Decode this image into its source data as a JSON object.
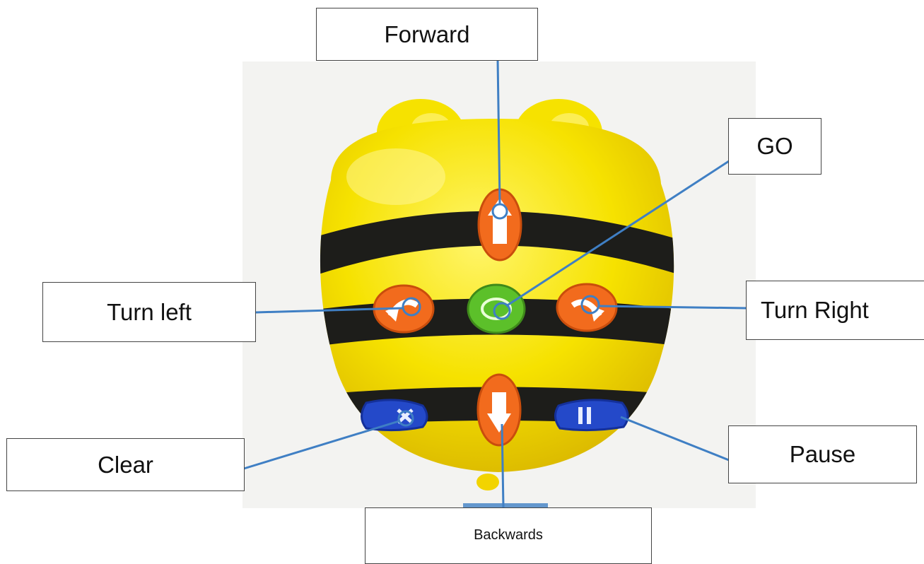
{
  "labels": {
    "forward": "Forward",
    "go": "GO",
    "turn_left": "Turn left",
    "turn_right": "Turn Right",
    "clear": "Clear",
    "pause": "Pause",
    "backwards": "Backwards"
  },
  "colors": {
    "body_yellow": "#f6e200",
    "stripe_black": "#1d1d1a",
    "button_orange": "#f26b1d",
    "button_green": "#5cc02a",
    "button_blue": "#2449c9",
    "connector_blue": "#3f7fc4"
  }
}
